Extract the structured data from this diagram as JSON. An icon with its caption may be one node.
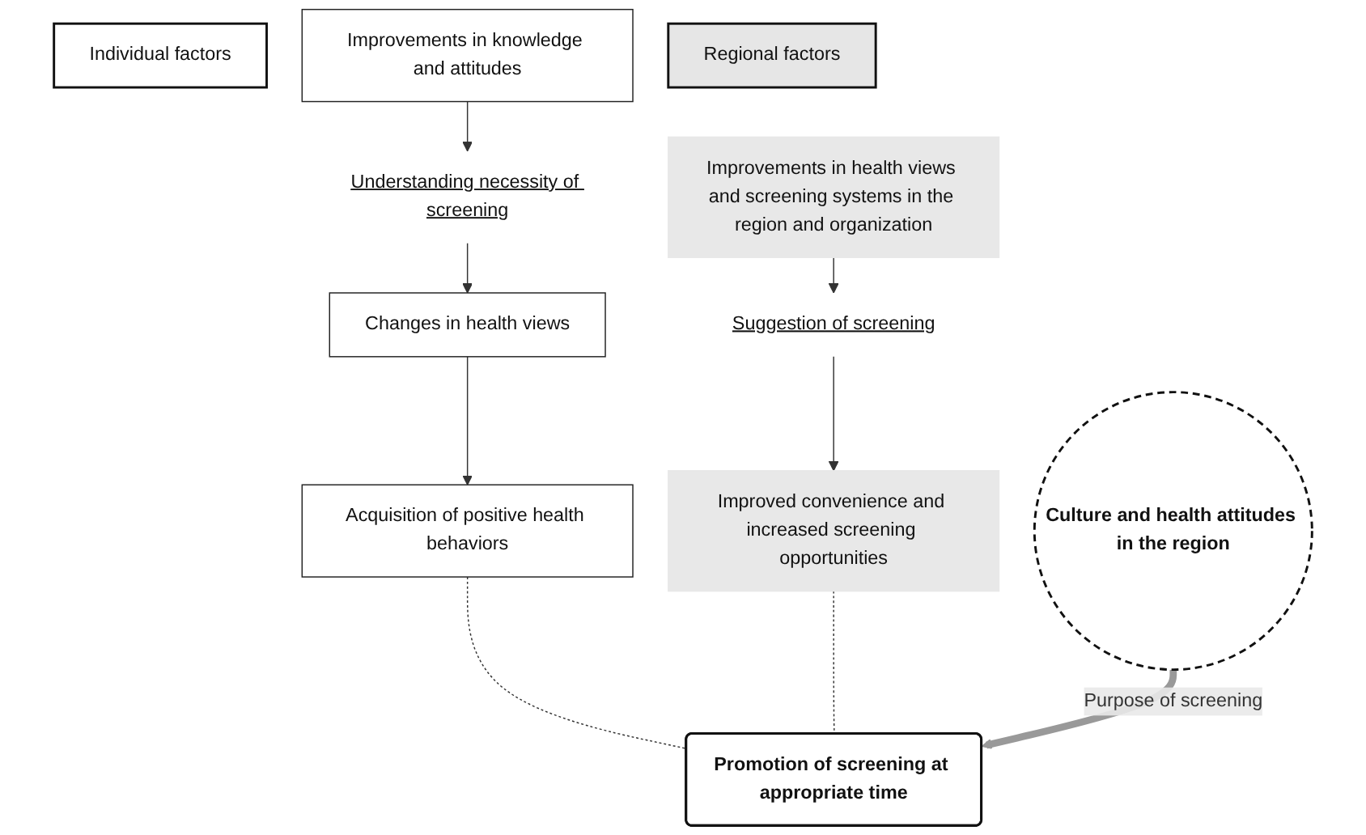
{
  "diagram": {
    "nodes": [
      {
        "text": [
          "Individual factors"
        ]
      },
      {
        "text": [
          "Improvements in knowledge and attitudes"
        ]
      },
      {
        "text": [
          "Understanding necessity of screening"
        ]
      },
      {
        "text": [
          "Changes in health views"
        ]
      },
      {
        "text": [
          "Acquisition of positive health behaviors"
        ]
      },
      {
        "text": [
          "Culture and health attitudes in the region"
        ]
      },
      {
        "text": [
          "Regional factors"
        ]
      },
      {
        "text": [
          "Improvements in health views and screening systems in the region and organization"
        ]
      },
      {
        "text": [
          "Suggestion of screening"
        ]
      },
      {
        "text": [
          "Improved convenience and increased screening opportunities"
        ]
      },
      {
        "text": [
          "Promotion of screening at appropriate time"
        ]
      }
    ],
    "edges": [
      {
        "from": 1,
        "to": 2,
        "arrow": "to"
      },
      {
        "from": 2,
        "to": 3,
        "arrow": "to"
      },
      {
        "from": 3,
        "to": 4,
        "arrow": "to"
      },
      {
        "from": 7,
        "to": 8,
        "arrow": "to"
      },
      {
        "from": 8,
        "to": 9,
        "arrow": "to"
      },
      {
        "from": 4,
        "to": 10,
        "arrow": "none",
        "style": "dashed"
      },
      {
        "from": 9,
        "to": 10,
        "arrow": "none",
        "style": "dashed"
      },
      {
        "from": 5,
        "to": 10,
        "arrow": "to",
        "label": "Purpose of screening",
        "style": "thick",
        "color": "#999999"
      }
    ]
  }
}
